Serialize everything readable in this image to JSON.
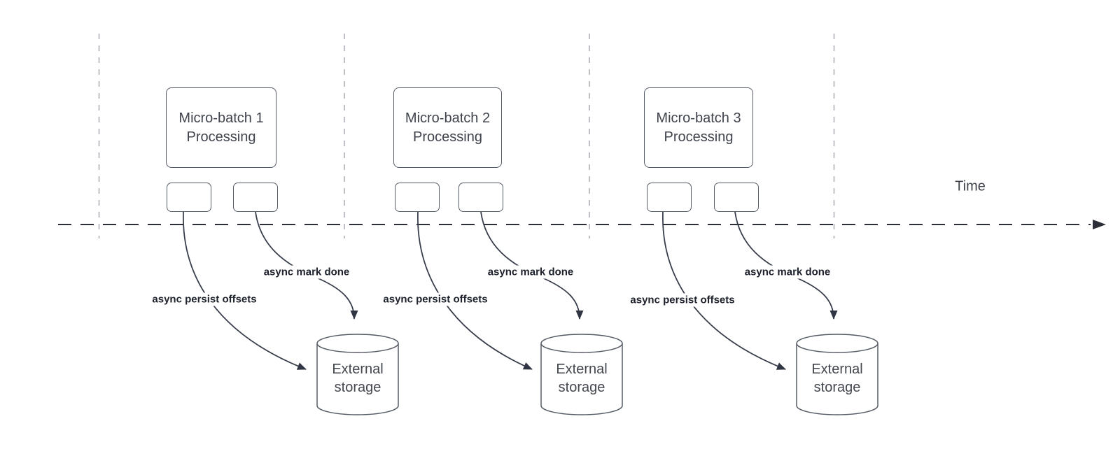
{
  "diagram": {
    "time_label": "Time",
    "batches": [
      {
        "title": "Micro-batch 1",
        "subtitle": "Processing",
        "persist_label": "async persist offsets",
        "done_label": "async mark done",
        "storage_line1": "External",
        "storage_line2": "storage"
      },
      {
        "title": "Micro-batch 2",
        "subtitle": "Processing",
        "persist_label": "async persist offsets",
        "done_label": "async mark done",
        "storage_line1": "External",
        "storage_line2": "storage"
      },
      {
        "title": "Micro-batch 3",
        "subtitle": "Processing",
        "persist_label": "async persist offsets",
        "done_label": "async mark done",
        "storage_line1": "External",
        "storage_line2": "storage"
      }
    ],
    "colors": {
      "background": "#ffffff",
      "shape_stroke": "#565c66",
      "shape_text": "#3f434c",
      "guide_line": "#a9acb2",
      "timeline": "#2b2e36",
      "arrow": "#353b48",
      "edge_label_text": "#1c212b"
    }
  }
}
